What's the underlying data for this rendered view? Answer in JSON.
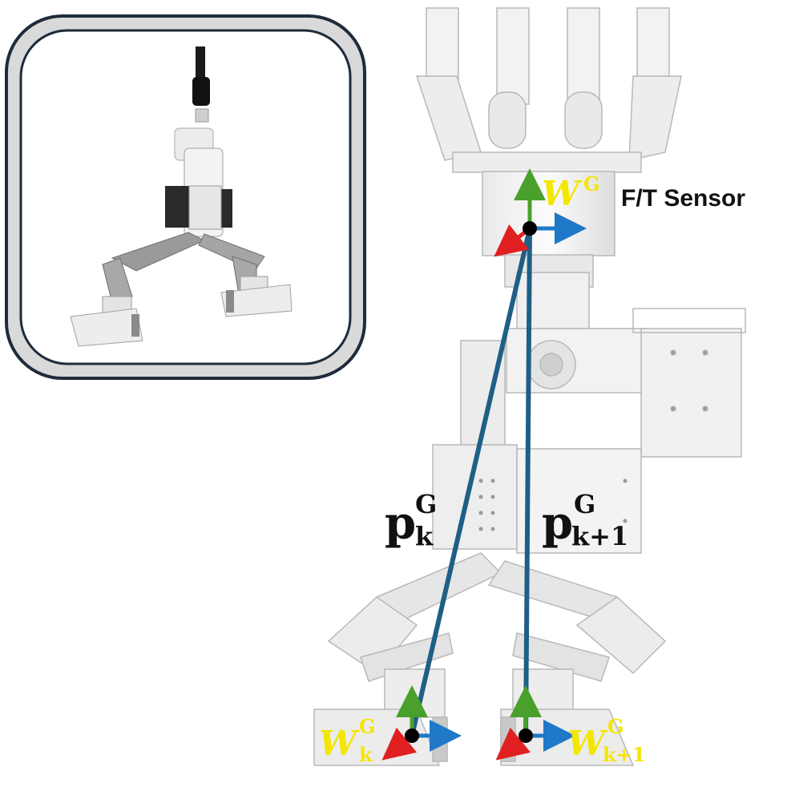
{
  "labels": {
    "sensor": "F/T Sensor",
    "frame_top": {
      "base": "W",
      "sup": "G"
    },
    "frame_left": {
      "base": "W",
      "sup": "G",
      "sub": "k"
    },
    "frame_right": {
      "base": "W",
      "sup": "G",
      "sub": "k+1"
    },
    "vector_left": {
      "base": "p",
      "sup": "G",
      "sub": "k"
    },
    "vector_right": {
      "base": "p",
      "sup": "G",
      "sub": "k+1"
    }
  },
  "colors": {
    "vector_line": "#1f5f86",
    "axis_up": "#4aa02c",
    "axis_right": "#1f78c8",
    "axis_out": "#e02020",
    "frame_label": "#f3e600",
    "inset_border": "#1e2b3a",
    "inset_fill": "#d9d9d9"
  },
  "icons": {
    "inset": "gripper-render-icon",
    "main": "gripper-front-view-icon"
  }
}
